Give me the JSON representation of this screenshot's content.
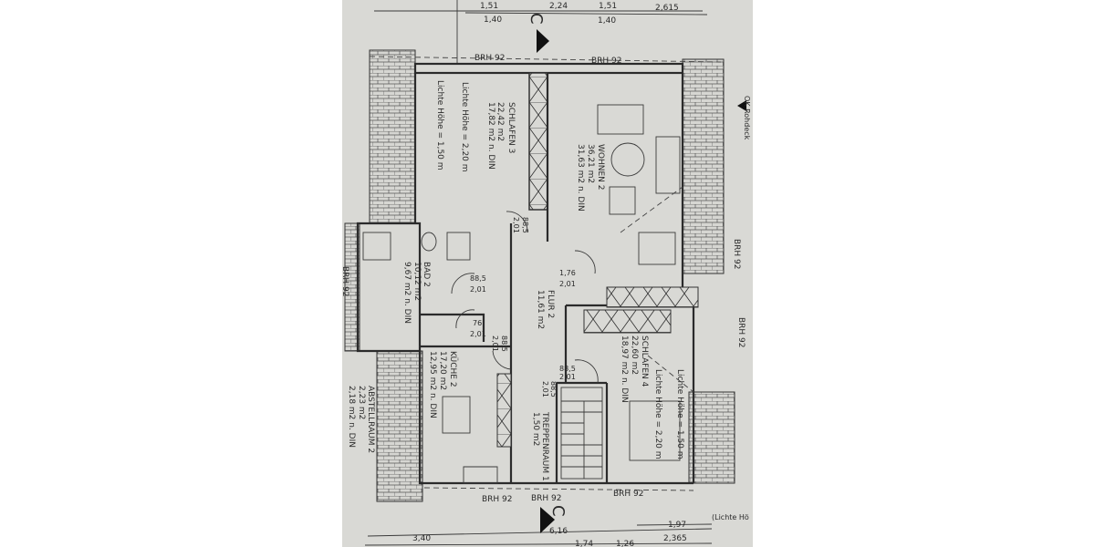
{
  "plan": {
    "section_marker": "C",
    "dims_top": [
      "1,51",
      "1,40",
      "2,24",
      "1,51",
      "1,40",
      "2,615"
    ],
    "dims_bottom": [
      "6,16",
      "1,97",
      "3,40",
      "2,365",
      "1,74",
      "1,26"
    ],
    "lichte_note": "(Lichte Hö",
    "ok_note": "OK Rohdeck",
    "brh": "BRH 92",
    "rooms": {
      "schlafen3": {
        "name": "SCHLAFEN 3",
        "area": "22,42 m2",
        "din": "17,82 m2 n. DIN",
        "height1": "Lichte Höhe = 2,20 m",
        "height2": "Lichte Höhe = 1,50 m"
      },
      "wohnen2": {
        "name": "WOHNEN 2",
        "area": "36,21 m2",
        "din": "31,63 m2 n. DIN"
      },
      "bad2": {
        "name": "BAD 2",
        "area": "10,12 m2",
        "din": "9,67 m2 n. DIN"
      },
      "flur2": {
        "name": "FLUR 2",
        "area": "11,61 m2"
      },
      "kueche2": {
        "name": "KÜCHE 2",
        "area": "17,20 m2",
        "din": "12,95 m2 n. DIN"
      },
      "abstellraum2": {
        "name": "ABSTELLRAUM 2",
        "area": "2,23 m2",
        "din": "2,18 m2 n. DIN"
      },
      "treppenraum1": {
        "name": "TREPPENRAUM 1",
        "area": "1,50 m2"
      },
      "schlafen4": {
        "name": "SCHLAFEN 4",
        "area": "22,60 m2",
        "din": "18,97 m2 n. DIN",
        "height1": "Lichte Höhe = 2,20 m",
        "height2": "Lichte Höhe = 1,50 m"
      }
    },
    "doors": {
      "w885": "88,5",
      "w176": "1,76",
      "w76": "76",
      "h201": "2,01"
    }
  }
}
